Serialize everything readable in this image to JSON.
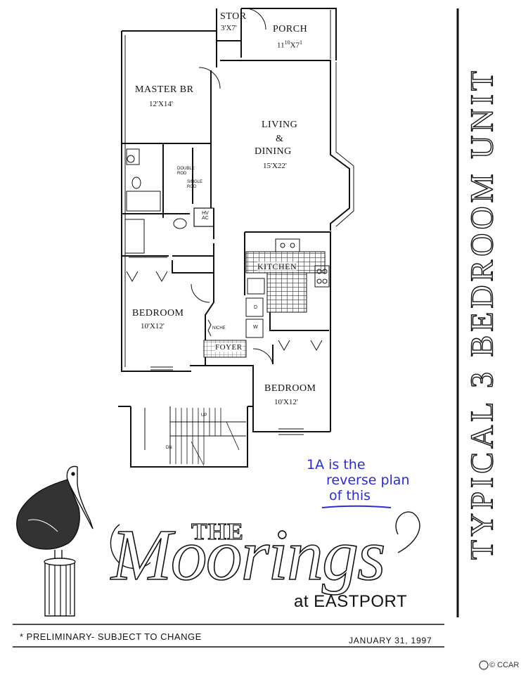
{
  "rooms": {
    "stor": {
      "label": "STOR",
      "dim": "3'X7'"
    },
    "porch": {
      "label": "PORCH",
      "dim_main": "11",
      "dim_sup1": "10",
      "dim_mid": "X7",
      "dim_sup2": "1"
    },
    "master": {
      "label": "MASTER BR",
      "dim": "12'X14'"
    },
    "living": {
      "line1": "LIVING",
      "line2": "&",
      "line3": "DINING",
      "dim": "15'X22'"
    },
    "kitchen": {
      "label": "KITCHEN"
    },
    "bedroom1": {
      "label": "BEDROOM",
      "dim": "10'X12'"
    },
    "bedroom2": {
      "label": "BEDROOM",
      "dim": "10'X12'"
    },
    "foyer": {
      "label": "FOYER"
    }
  },
  "fixtures": {
    "double_rod": "DOUBLE ROD",
    "single_rod": "SINGLE ROD",
    "hvac": "HV AC",
    "niche": "NICHE",
    "dryer": "D",
    "washer": "W",
    "stair_up": "UP",
    "stair_dn": "DN"
  },
  "title_side": "TYPICAL 3 BEDROOM UNIT",
  "logo": {
    "the": "THE",
    "name": "Moorings",
    "sub": "at EASTPORT"
  },
  "handwritten_note": {
    "line1": "1A  is the",
    "line2": "reverse plan",
    "line3": "of this"
  },
  "footer": {
    "disclaimer": "* PRELIMINARY-  SUBJECT TO CHANGE",
    "date": "JANUARY 31, 1997"
  },
  "watermark": "© CCAR"
}
